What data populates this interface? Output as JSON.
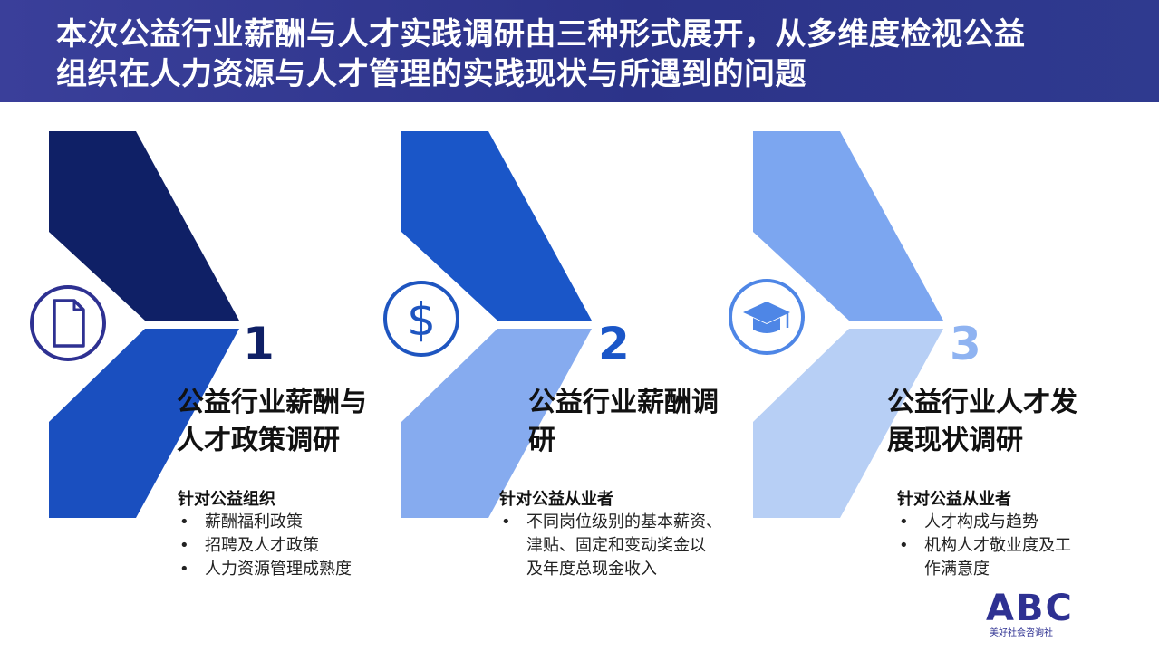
{
  "header": {
    "line1": "本次公益行业薪酬与人才实践调研由三种形式展开，从多维度检视公益",
    "line2": "组织在人力资源与人才管理的实践现状与所遇到的问题"
  },
  "steps": [
    {
      "number": "1",
      "title_line1": "公益行业薪酬与",
      "title_line2": "人才政策调研",
      "subtitle": "针对公益组织",
      "bullets": [
        "薪酬福利政策",
        "招聘及人才政策",
        "人力资源管理成熟度"
      ],
      "icon": "document-icon",
      "colors": {
        "top": "#0f2066",
        "bottom": "#1a4fbf",
        "icon": "#2e3192",
        "number": "#0f2066"
      }
    },
    {
      "number": "2",
      "title_line1": "公益行业薪酬调",
      "title_line2": "研",
      "subtitle": "针对公益从业者",
      "bullets": [
        "不同岗位级别的基本薪资、",
        "津贴、固定和变动奖金以",
        "及年度总现金收入"
      ],
      "icon": "dollar-icon",
      "colors": {
        "top": "#1a56c8",
        "bottom": "#86abef",
        "icon": "#1e55c0",
        "number": "#1a56c8"
      }
    },
    {
      "number": "3",
      "title_line1": "公益行业人才发",
      "title_line2": "展现状调研",
      "subtitle": "针对公益从业者",
      "bullets": [
        "人才构成与趋势",
        "机构人才敬业度及工",
        "作满意度"
      ],
      "icon": "graduation-cap-icon",
      "colors": {
        "top": "#7ca6f0",
        "bottom": "#b7cff5",
        "icon": "#4e86e6",
        "number": "#8fb3f1"
      }
    }
  ],
  "logo": {
    "main": "ABC",
    "sub": "美好社会咨询社",
    "color": "#2e3192"
  }
}
